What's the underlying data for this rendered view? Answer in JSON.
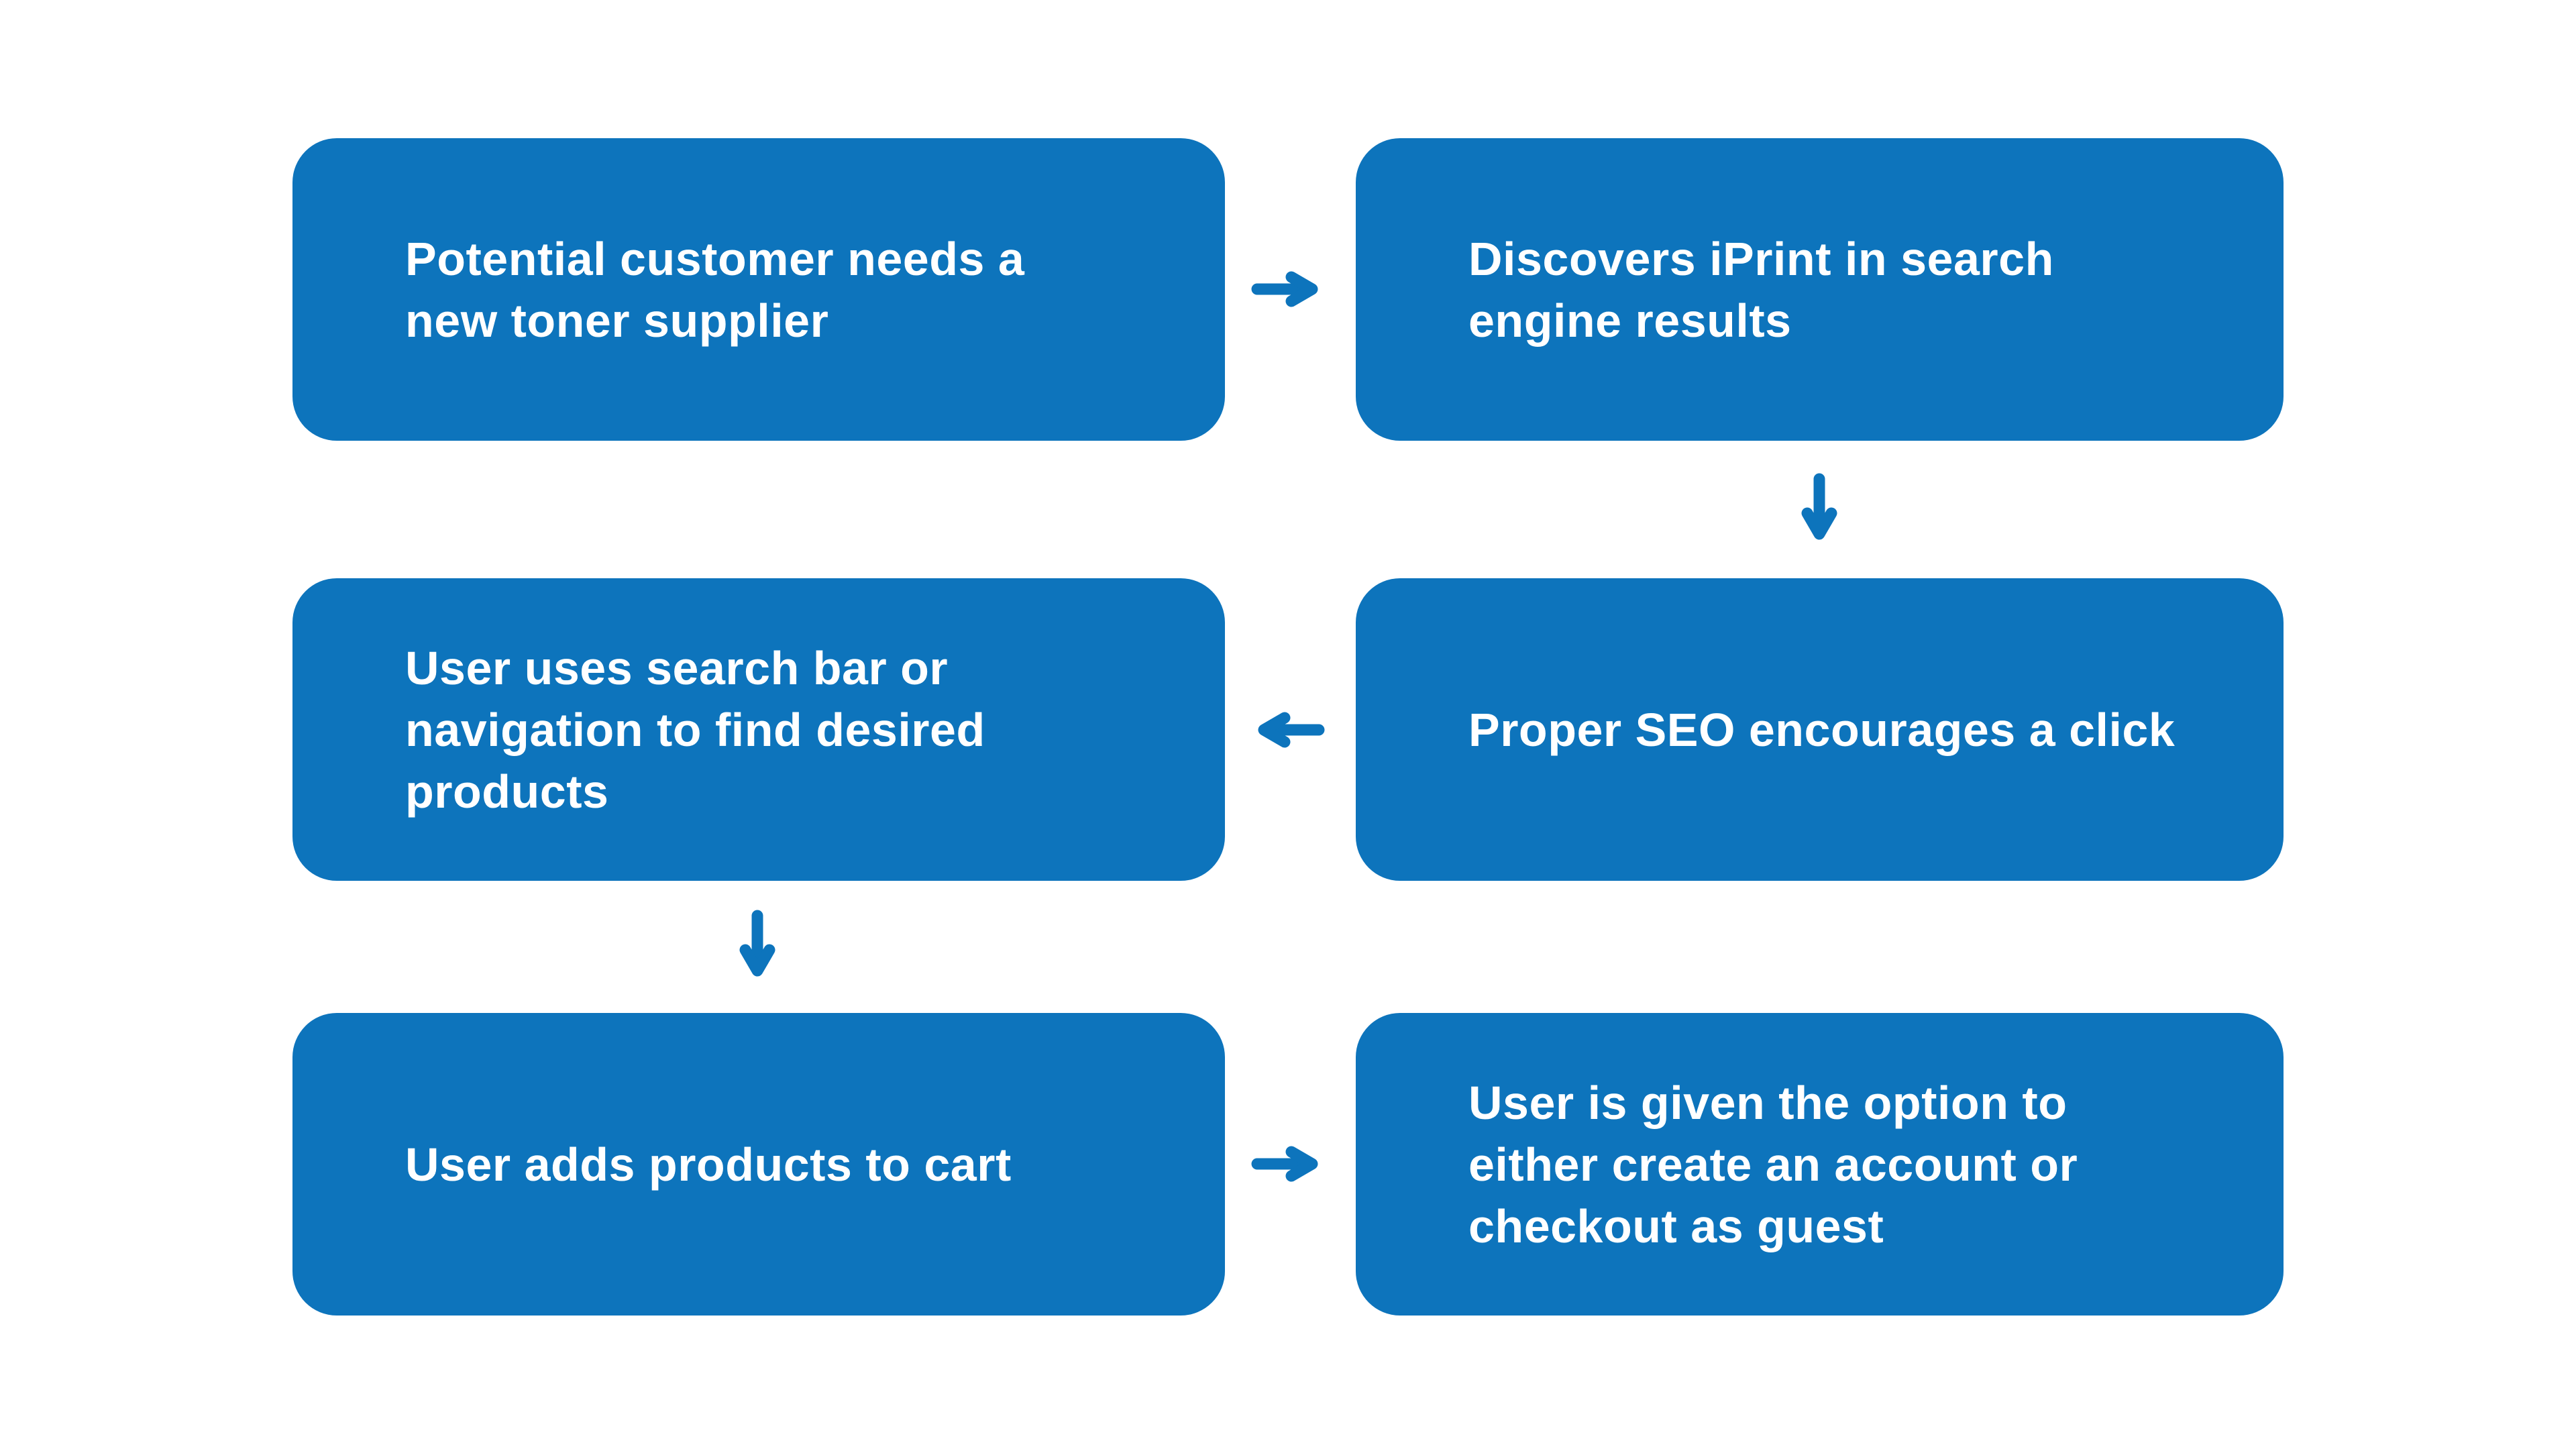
{
  "canvas": {
    "background_color": "#ffffff",
    "accent_color": "#0d74bc",
    "node_text_color": "#ffffff"
  },
  "flowchart": {
    "title": "",
    "nodes": [
      {
        "id": "node-1",
        "row": 1,
        "col": 1,
        "label": [
          "Potential customer needs a",
          "new toner supplier"
        ]
      },
      {
        "id": "node-2",
        "row": 1,
        "col": 2,
        "label": [
          "Discovers iPrint in search",
          "engine results"
        ]
      },
      {
        "id": "node-3",
        "row": 2,
        "col": 1,
        "label": [
          "User uses search bar or",
          "navigation to find desired",
          "products"
        ]
      },
      {
        "id": "node-4",
        "row": 2,
        "col": 2,
        "label": [
          "Proper SEO encourages a click"
        ]
      },
      {
        "id": "node-5",
        "row": 3,
        "col": 1,
        "label": [
          "User adds products to cart"
        ]
      },
      {
        "id": "node-6",
        "row": 3,
        "col": 2,
        "label": [
          "User is given the option to",
          "either create an account or",
          "checkout as guest"
        ]
      }
    ],
    "connectors": [
      {
        "from": "node-1",
        "to": "node-2",
        "direction": "right"
      },
      {
        "from": "node-2",
        "to": "node-4",
        "direction": "down"
      },
      {
        "from": "node-4",
        "to": "node-3",
        "direction": "left"
      },
      {
        "from": "node-3",
        "to": "node-5",
        "direction": "down"
      },
      {
        "from": "node-5",
        "to": "node-6",
        "direction": "right"
      }
    ]
  }
}
